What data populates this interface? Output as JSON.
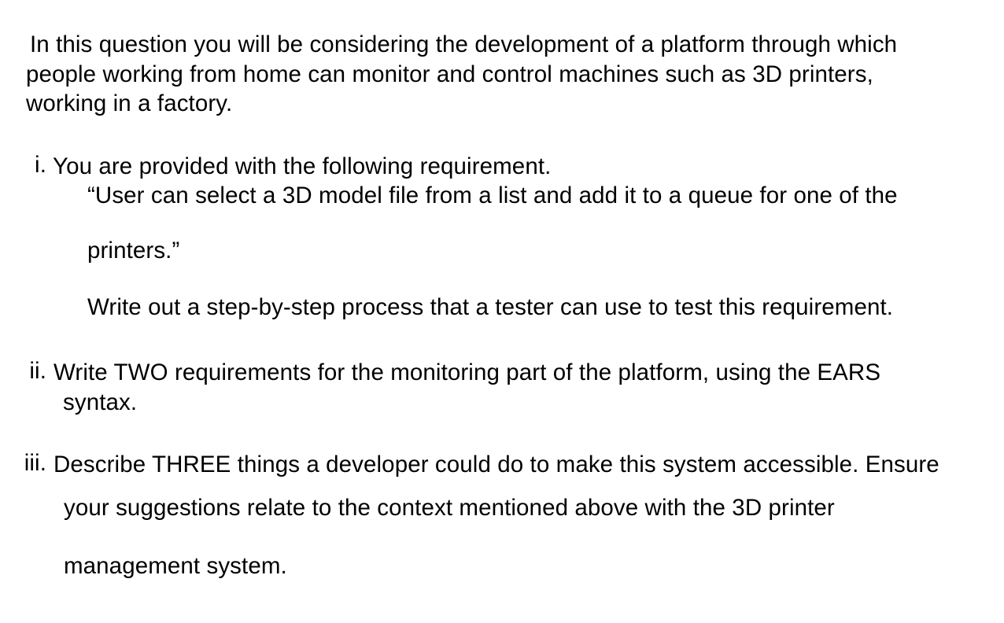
{
  "document": {
    "background_color": "#ffffff",
    "text_color": "#000000",
    "intro": {
      "line1": "In this question you will be considering the development of a platform through which",
      "line2": "people working from home can monitor and control machines such as 3D printers,",
      "line3": "working in a factory."
    },
    "items": [
      {
        "marker": "i.",
        "lines": [
          "You are provided with the following requirement.",
          "“User can select a 3D model file from a list and add it to a queue for one of the",
          "printers.”",
          "Write out a step-by-step process that a tester can use to test this requirement."
        ]
      },
      {
        "marker": "ii.",
        "lines": [
          "Write TWO requirements for the monitoring part of the platform, using the EARS",
          "syntax."
        ]
      },
      {
        "marker": "iii.",
        "lines": [
          "Describe THREE things a developer could do to make this system accessible. Ensure",
          "your suggestions relate to the context mentioned above with the 3D printer",
          "management system."
        ]
      }
    ]
  }
}
